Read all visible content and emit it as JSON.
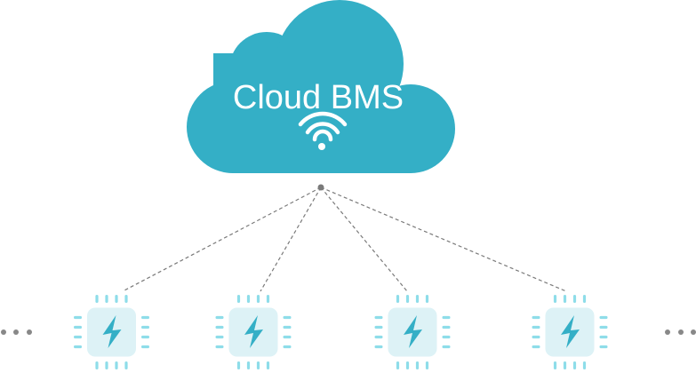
{
  "cloud": {
    "title": "Cloud BMS",
    "icon": "wifi-icon",
    "color": "#34AFC6"
  },
  "hub": {
    "icon": "connection-dot",
    "color": "#7a7a7a"
  },
  "devices": [
    {
      "icon": "battery-chip-icon"
    },
    {
      "icon": "battery-chip-icon"
    },
    {
      "icon": "battery-chip-icon"
    },
    {
      "icon": "battery-chip-icon"
    }
  ],
  "ellipsis": {
    "left": "more-devices-left",
    "right": "more-devices-right"
  },
  "colors": {
    "chip_body": "#DDF2F6",
    "chip_pins": "#8EDDE9",
    "bolt": "#34AFC6",
    "connector": "#7a7a7a"
  }
}
